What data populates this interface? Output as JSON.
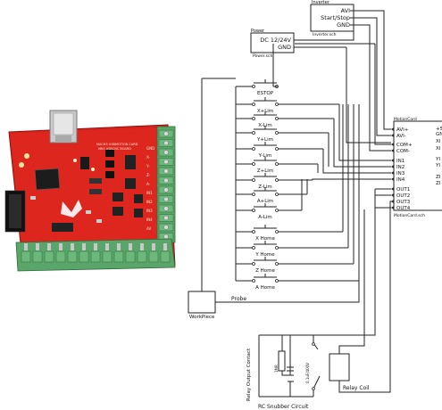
{
  "board": {
    "silk_lines": [
      "MACH3 USBMOTION CARD",
      "MKS USBCNC BOARD"
    ],
    "pin_labels": [
      "GND",
      "X-",
      "Y-",
      "Z-",
      "A-",
      "IN1",
      "IN2",
      "IN3",
      "IN4",
      "AV"
    ],
    "colors": {
      "pcb": "#d8231c",
      "terminal": "#5aa66a",
      "chip": "#1c1c1c",
      "usb": "#c9c9c9"
    }
  },
  "inverter": {
    "title": "Inverter",
    "pins": [
      "AVI",
      "Start/Stop",
      "GND"
    ],
    "file": "Inverter.sch"
  },
  "power": {
    "title": "Power",
    "label": "DC 12/24V",
    "pins": [
      "DC 12/24V",
      "GND"
    ],
    "file": "Power.sch"
  },
  "switches": [
    "ESTOP",
    "X+Lim",
    "X-Lim",
    "Y+Lim",
    "Y-Lim",
    "Z+Lim",
    "Z-Lim",
    "A+Lim",
    "A-Lim",
    "X Home",
    "Y Home",
    "Z Home",
    "A Home"
  ],
  "motion_card": {
    "title": "MotionCard",
    "inputs": [
      "AVI+",
      "AVI-",
      "COM+",
      "COM-",
      "IN1",
      "IN2",
      "IN3",
      "IN4",
      "OUT1",
      "OUT2",
      "OUT3",
      "OUT4"
    ],
    "right_pins": [
      "+5",
      "GN",
      "XI",
      "XI",
      "YI",
      "YI",
      "ZI",
      "ZI"
    ],
    "file": "MotionCard.sch"
  },
  "workpiece": {
    "label": "WorkPiece"
  },
  "probe": {
    "label": "Probe"
  },
  "relay": {
    "contact_label": "Relay Output Contact",
    "coil_label": "Relay Coil",
    "snubber_label": "RC Snubber Circuit",
    "resistor_label": "1MR",
    "capacitor_label": "0.1uF/400V"
  }
}
